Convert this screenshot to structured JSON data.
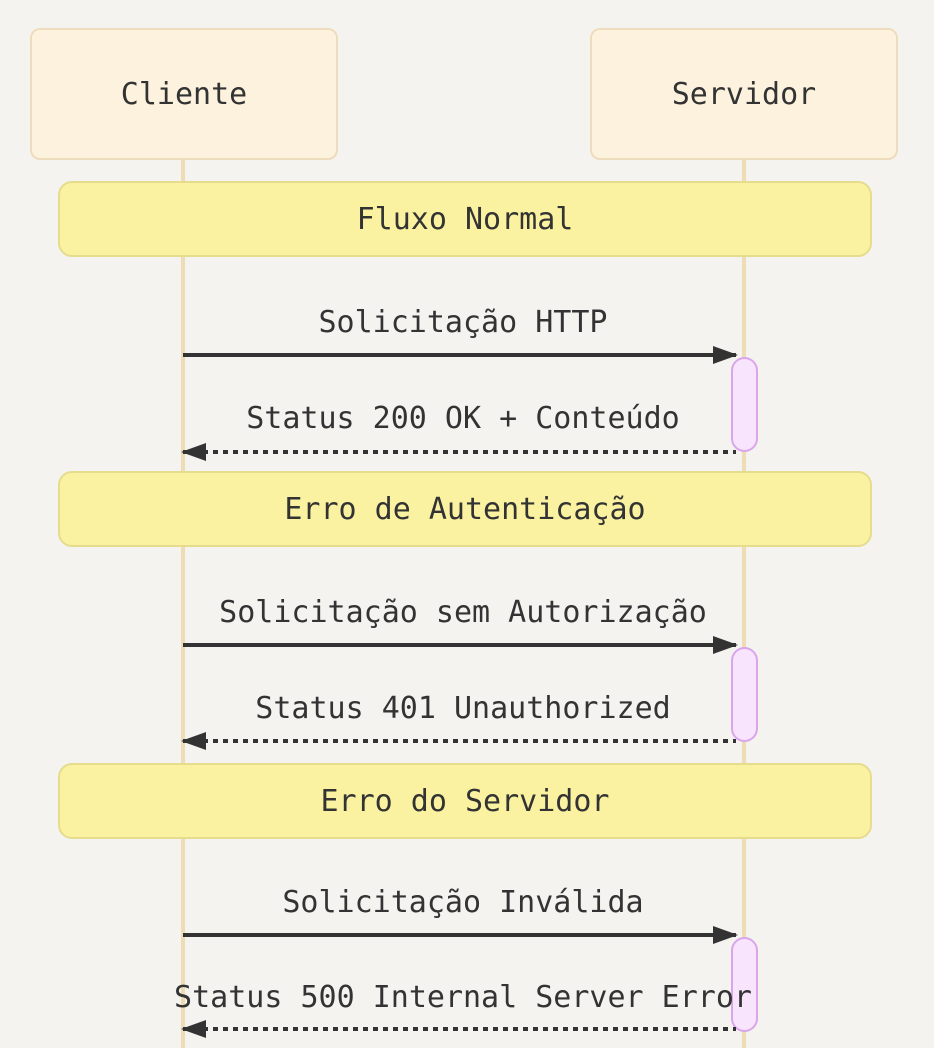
{
  "diagram": {
    "type": "sequence",
    "actors": [
      {
        "label": "Cliente"
      },
      {
        "label": "Servidor"
      }
    ],
    "sections": [
      {
        "title": "Fluxo Normal",
        "messages": [
          {
            "label": "Solicitação HTTP",
            "from": "Cliente",
            "to": "Servidor",
            "line": "solid"
          },
          {
            "label": "Status 200 OK + Conteúdo",
            "from": "Servidor",
            "to": "Cliente",
            "line": "dashed"
          }
        ]
      },
      {
        "title": "Erro de Autenticação",
        "messages": [
          {
            "label": "Solicitação sem Autorização",
            "from": "Cliente",
            "to": "Servidor",
            "line": "solid"
          },
          {
            "label": "Status 401 Unauthorized",
            "from": "Servidor",
            "to": "Cliente",
            "line": "dashed"
          }
        ]
      },
      {
        "title": "Erro do Servidor",
        "messages": [
          {
            "label": "Solicitação Inválida",
            "from": "Cliente",
            "to": "Servidor",
            "line": "solid"
          },
          {
            "label": "Status 500 Internal Server Error",
            "from": "Servidor",
            "to": "Cliente",
            "line": "dashed"
          }
        ]
      }
    ],
    "colors": {
      "background": "#f4f3f0",
      "actor_fill": "#fcf2de",
      "actor_border": "#eeddbc",
      "lifeline": "#eedcb4",
      "banner_fill": "#faf2a1",
      "banner_border": "#e6dc8d",
      "activation_fill": "#f8e4fc",
      "activation_border": "#d9a6ec",
      "arrow": "#333333",
      "text": "#333333"
    }
  }
}
